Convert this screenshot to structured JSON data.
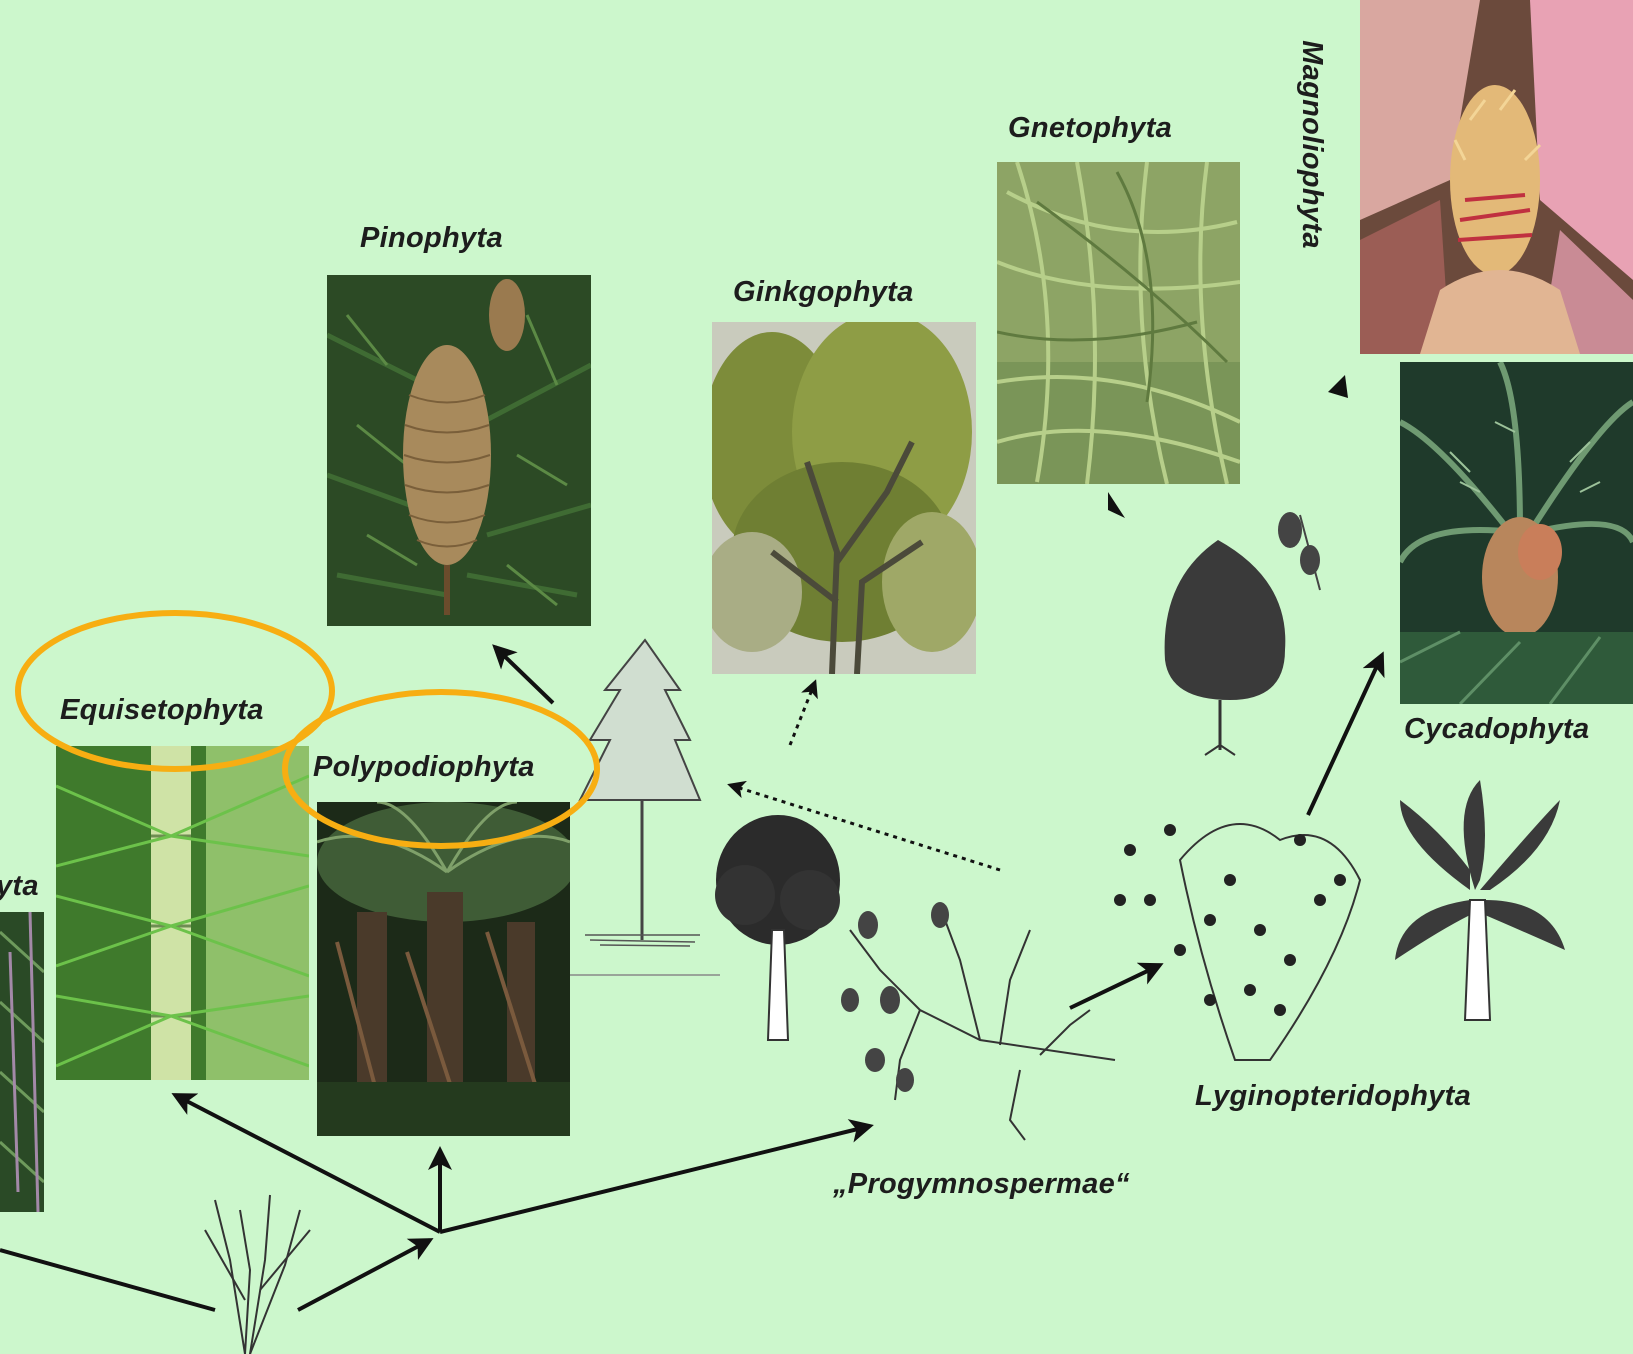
{
  "labels": {
    "gnetophyta": "Gnetophyta",
    "pinophyta": "Pinophyta",
    "ginkgophyta": "Ginkgophyta",
    "magnoliophyta": "Magnoliophyta",
    "equisetophyta": "Equisetophyta",
    "polypodiophyta": "Polypodiophyta",
    "cycadophyta": "Cycadophyta",
    "lyginopteridophyta": "Lyginopteridophyta",
    "progymnospermae": "„Progymnospermae“",
    "lycopodiophyta_fragment": "yta"
  },
  "colors": {
    "background": "#ccf7cc",
    "highlight_ring": "#f7ae12",
    "arrow": "#111111"
  },
  "highlighted_taxa": [
    "Equisetophyta",
    "Polypodiophyta"
  ]
}
